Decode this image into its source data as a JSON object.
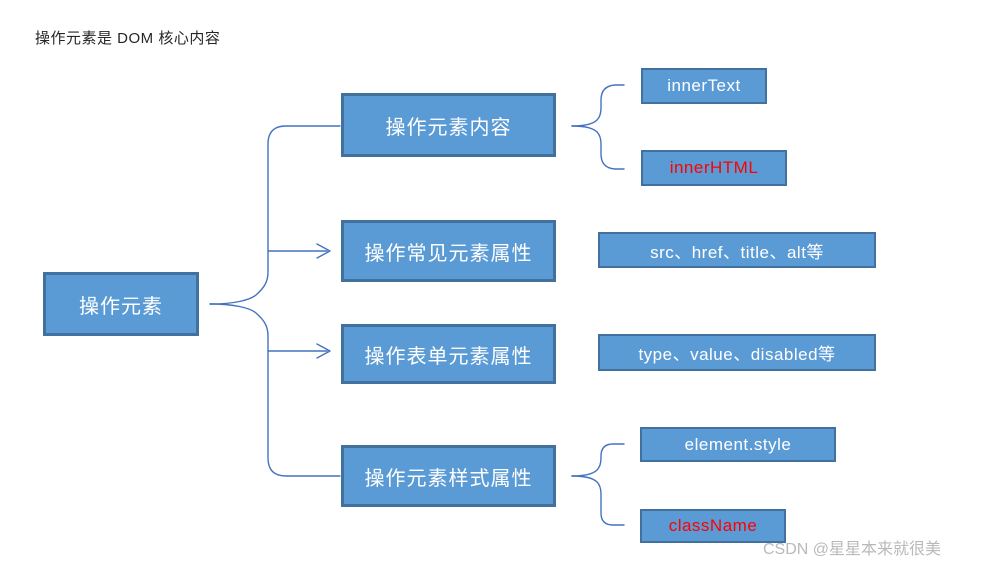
{
  "title": "操作元素是 DOM 核心内容",
  "colors": {
    "node_fill": "#5B9BD5",
    "node_border": "#41719C",
    "connector": "#4472C4",
    "normal_text": "#FFFFFF",
    "highlight_text": "#FF0000",
    "title_text": "#262626",
    "watermark_text": "#B9B9B9"
  },
  "root": {
    "label": "操作元素"
  },
  "branches": [
    {
      "label": "操作元素内容",
      "children": [
        {
          "label": "innerText",
          "highlight": false
        },
        {
          "label": "innerHTML",
          "highlight": true
        }
      ]
    },
    {
      "label": "操作常见元素属性",
      "children": [
        {
          "label": "src、href、title、alt等",
          "highlight": false
        }
      ]
    },
    {
      "label": "操作表单元素属性",
      "children": [
        {
          "label": "type、value、disabled等",
          "highlight": false
        }
      ]
    },
    {
      "label": "操作元素样式属性",
      "children": [
        {
          "label": "element.style",
          "highlight": false
        },
        {
          "label": "className",
          "highlight": true
        }
      ]
    }
  ],
  "watermark": "CSDN @星星本来就很美"
}
